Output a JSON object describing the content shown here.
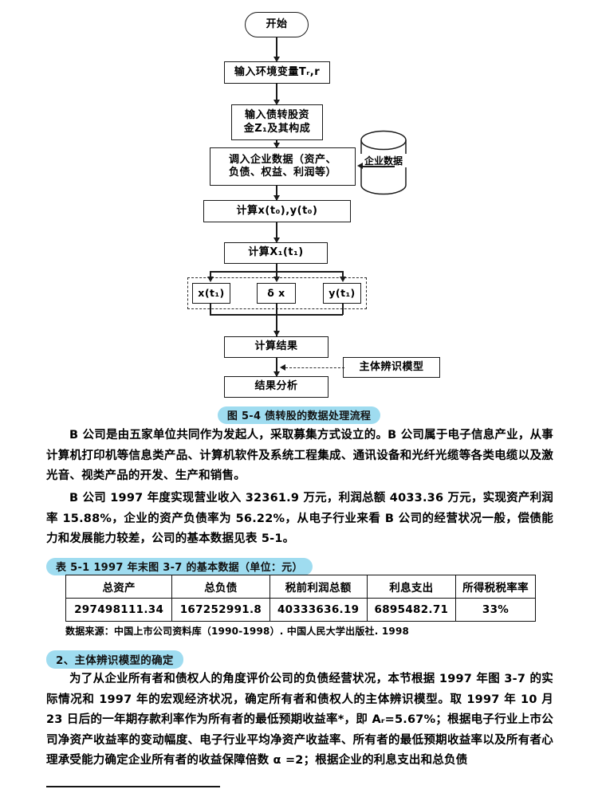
{
  "flowchart": {
    "nodes": {
      "start": "开始",
      "input_env": "输入环境变量Tᵣ,r",
      "input_capital_l1": "输入债转股资",
      "input_capital_l2": "金Z₁及其构成",
      "load_data_l1": "调入企业数据（资产、",
      "load_data_l2": "负债、权益、利润等）",
      "db": "企业数据",
      "calc_xy_t0": "计算x(t₀),y(t₀)",
      "calc_X1_t1": "计算X₁(t₁)",
      "x_t1": "x(t₁)",
      "delta_x": "δ x",
      "y_t1": "y(t₁)",
      "calc_result": "计算结果",
      "result_analysis": "结果分析",
      "identify_model": "主体辨识模型"
    }
  },
  "figure_caption": "图 5-4  债转股的数据处理流程",
  "paragraphs": {
    "p1": "B 公司是由五家单位共同作为发起人，采取募集方式设立的。B 公司属于电子信息产业，从事计算机打印机等信息类产品、计算机软件及系统工程集成、通讯设备和光纤光缆等各类电缆以及激光音、视类产品的开发、生产和销售。",
    "p2": "B 公司 1997 年度实现营业收入 32361.9 万元，利润总额 4033.36 万元，实现资产利润率 15.88%，企业的资产负债率为 56.22%，从电子行业来看 B 公司的经营状况一般，偿债能力和发展能力较差，公司的基本数据见表 5-1。",
    "p3": "为了从企业所有者和债权人的角度评价公司的负债经营状况，本节根据 1997 年图 3-7 的实际情况和 1997 年的宏观经济状况，确定所有者和债权人的主体辨识模型。取 1997 年 10 月 23 日后的一年期存款利率作为所有者的最低预期收益率*，即 Aᵣ=5.67%；根据电子行业上市公司净资产收益率的变动幅度、电子行业平均净资产收益率、所有者的最低预期收益率以及所有者心理承受能力确定企业所有者的收益保障倍数 α =2；根据企业的利息支出和总负债"
  },
  "table": {
    "caption": "表 5-1  1997 年末图 3-7 的基本数据（单位：元）",
    "headers": [
      "总资产",
      "总负债",
      "税前利润总额",
      "利息支出",
      "所得税税率率"
    ],
    "row": [
      "297498111.34",
      "167252991.8",
      "40333636.19",
      "6895482.71",
      "33%"
    ],
    "source": "数据来源：中国上市公司资料库（1990-1998）. 中国人民大学出版社. 1998"
  },
  "section_heading": "2、主体辨识模型的确定",
  "colors": {
    "highlight": "#9fdcf0",
    "ink": "#1a1a1a"
  }
}
